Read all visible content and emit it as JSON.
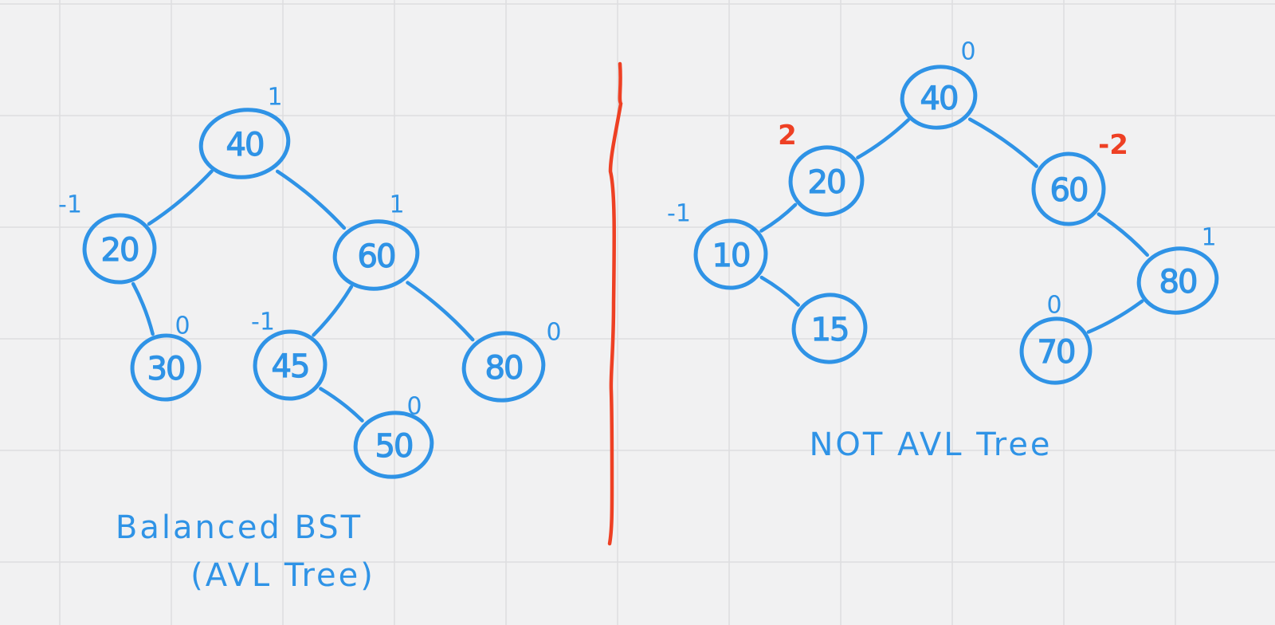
{
  "colors": {
    "ink": "#2f93e6",
    "warning": "#ee4024",
    "paper": "#f1f1f2",
    "grid": "#dddddf"
  },
  "left_tree": {
    "caption_line1": "Balanced BST",
    "caption_line2": "(AVL Tree)",
    "nodes": [
      {
        "id": "n40",
        "label": "40",
        "balance": "1",
        "parent": null
      },
      {
        "id": "n20",
        "label": "20",
        "balance": "-1",
        "parent": "n40"
      },
      {
        "id": "n60",
        "label": "60",
        "balance": "1",
        "parent": "n40"
      },
      {
        "id": "n30",
        "label": "30",
        "balance": "0",
        "parent": "n20"
      },
      {
        "id": "n45",
        "label": "45",
        "balance": "-1",
        "parent": "n60"
      },
      {
        "id": "n80",
        "label": "80",
        "balance": "0",
        "parent": "n60"
      },
      {
        "id": "n50",
        "label": "50",
        "balance": "0",
        "parent": "n45"
      }
    ]
  },
  "right_tree": {
    "caption": "NOT AVL Tree",
    "nodes": [
      {
        "id": "m40",
        "label": "40",
        "balance": "0",
        "parent": null
      },
      {
        "id": "m20",
        "label": "20",
        "balance": "2",
        "parent": "m40",
        "unbalanced": true
      },
      {
        "id": "m60",
        "label": "60",
        "balance": "-2",
        "parent": "m40",
        "unbalanced": true
      },
      {
        "id": "m10",
        "label": "10",
        "balance": "-1",
        "parent": "m20"
      },
      {
        "id": "m15",
        "label": "15",
        "balance": "",
        "parent": "m10"
      },
      {
        "id": "m80",
        "label": "80",
        "balance": "1",
        "parent": "m60"
      },
      {
        "id": "m70",
        "label": "70",
        "balance": "0",
        "parent": "m80"
      }
    ]
  }
}
